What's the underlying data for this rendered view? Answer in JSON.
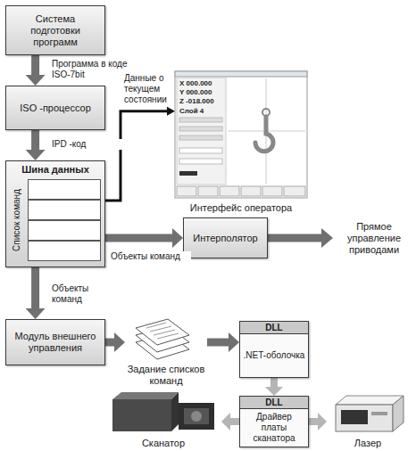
{
  "diagram": {
    "nodes": [
      {
        "text": [
          "Система подготовки программ"
        ]
      },
      {
        "text": [
          "ISO -процессор"
        ]
      },
      {
        "text": [
          "Шина данных",
          "Список команд"
        ]
      },
      {
        "text": [
          "Интерфейс оператора"
        ]
      },
      {
        "text": [
          "Интерполятор"
        ]
      },
      {
        "text": [
          "Модуль внешнего управления"
        ]
      },
      {
        "text": [
          "Задание списков команд"
        ]
      },
      {
        "text": [
          "DLL",
          ".NET-оболочка"
        ]
      },
      {
        "text": [
          "DLL",
          "Драйвер платы сканатора"
        ]
      },
      {
        "text": [
          "Сканатор"
        ]
      },
      {
        "text": [
          "Лазер"
        ]
      }
    ],
    "edges": [
      {
        "from": 0,
        "to": 1,
        "arrow": "to",
        "label": "Программа в коде ISO-7bit"
      },
      {
        "from": 1,
        "to": 2,
        "arrow": "to",
        "label": "IPD -код"
      },
      {
        "from": 2,
        "to": 3,
        "arrow": "to",
        "label": "Данные о текущем состоянии"
      },
      {
        "from": 2,
        "to": 4,
        "arrow": "to",
        "label": "Объекты команд"
      },
      {
        "from": 2,
        "to": 5,
        "arrow": "to",
        "label": "Объекты команд"
      },
      {
        "from": 5,
        "to": 6,
        "arrow": "to"
      },
      {
        "from": 6,
        "to": 7,
        "arrow": "to"
      },
      {
        "from": 7,
        "to": 8,
        "arrow": "to"
      },
      {
        "from": 8,
        "to": 9,
        "arrow": "to"
      },
      {
        "from": 8,
        "to": 10,
        "arrow": "to"
      }
    ],
    "labels": [
      "X 000.000",
      "Y 000.000",
      "Z -018.000",
      "Слой 4",
      "Прямое управление приводами"
    ]
  }
}
